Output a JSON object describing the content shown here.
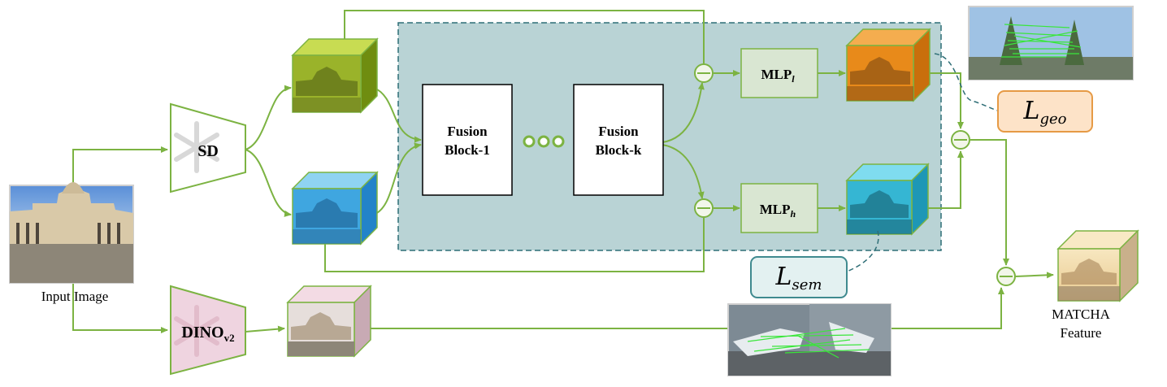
{
  "labels": {
    "input_image": "Input Image",
    "sd": "SD",
    "dino": "DINO",
    "dino_sub": "v2",
    "fusion_block_1_line1": "Fusion",
    "fusion_block_1_line2": "Block-1",
    "fusion_block_k_line1": "Fusion",
    "fusion_block_k_line2": "Block-k",
    "mlp_l": "MLP",
    "mlp_l_sub": "l",
    "mlp_h": "MLP",
    "mlp_h_sub": "h",
    "loss_geo": "L",
    "loss_geo_sub": "geo",
    "loss_sem": "L",
    "loss_sem_sub": "sem",
    "output_line1": "MATCHA",
    "output_line2": "Feature"
  },
  "colors": {
    "arrow": "#7cb342",
    "sd_cube": "#9ab32a",
    "sd_cube_blue": "#3fa6e0",
    "dino_cube": "#d8c0c8",
    "mlp_l_cube": "#e88a1a",
    "mlp_h_cube": "#35b6d3",
    "output_cube": "#f3d9a4",
    "fusion_region": "#b9d3d5",
    "fusion_border": "#2e6e76",
    "mlp_box": "#d9e6d2",
    "dino_trap": "#efd4e0",
    "geo_box": "#fde3c8",
    "geo_border": "#e69a45",
    "sem_box": "#e3f1f1",
    "sem_border": "#3f8a8f"
  }
}
